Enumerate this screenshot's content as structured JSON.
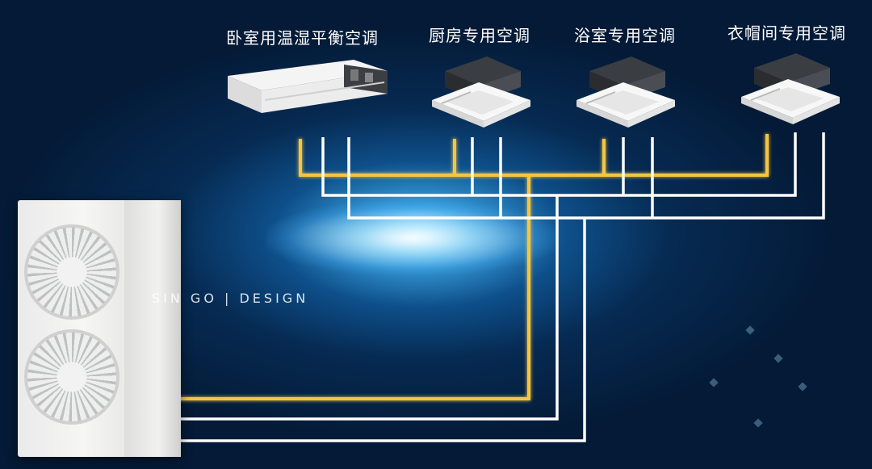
{
  "labels": {
    "bedroom": "卧室用温湿平衡空调",
    "kitchen": "厨房专用空调",
    "bathroom": "浴室专用空调",
    "cloakroom": "衣帽间专用空调"
  },
  "watermark": "SIN GO | DESIGN",
  "colors": {
    "pipe_gold": "#f5c542",
    "pipe_white": "#ffffff",
    "background": "#062a52"
  },
  "icons": {
    "bedroom_unit": "ducted-ac-unit",
    "kitchen_unit": "cassette-ac-unit",
    "bathroom_unit": "cassette-ac-unit",
    "cloakroom_unit": "cassette-ac-unit",
    "outdoor_unit": "outdoor-condenser-unit"
  }
}
